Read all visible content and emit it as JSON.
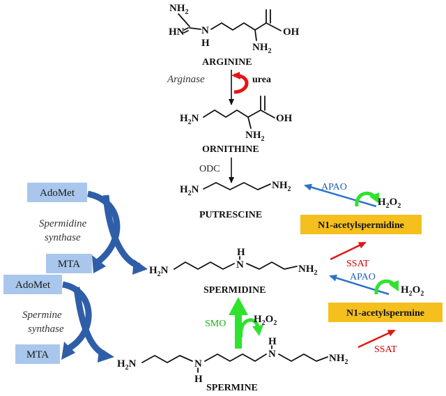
{
  "molecules": {
    "arginine": {
      "name": "ARGININE",
      "amine_top": "NH",
      "amine_top_sub": "2",
      "imine": "HN",
      "nh_h": "H",
      "acid": "OH",
      "alpha_amine": "NH",
      "alpha_amine_sub": "2"
    },
    "ornithine": {
      "name": "ORNITHINE",
      "amine_left": "H",
      "amine_left_sub": "2",
      "amine_left_n": "N",
      "acid": "OH",
      "alpha_amine": "NH",
      "alpha_amine_sub": "2"
    },
    "putrescine": {
      "name": "PUTRESCINE",
      "amine_left": "H",
      "amine_left_sub": "2",
      "amine_left_n": "N",
      "amine_right": "NH",
      "amine_right_sub": "2"
    },
    "spermidine": {
      "name": "SPERMIDINE",
      "amine_left": "H",
      "amine_left_sub": "2",
      "amine_left_n": "N",
      "mid_n": "N",
      "mid_h": "H",
      "amine_right": "NH",
      "amine_right_sub": "2"
    },
    "spermine": {
      "name": "SPERMINE",
      "amine_left": "H",
      "amine_left_sub": "2",
      "amine_left_n": "N",
      "n1": "N",
      "n1_h": "H",
      "n2": "N",
      "n2_h": "H",
      "amine_right": "NH",
      "amine_right_sub": "2"
    }
  },
  "enzymes": {
    "arginase": "Arginase",
    "urea": "urea",
    "odc": "ODC",
    "spermidine_synthase_line1": "Spermidine",
    "spermidine_synthase_line2": "synthase",
    "spermine_synthase_line1": "Spermine",
    "spermine_synthase_line2": "synthase",
    "apao_top": "APAO",
    "apao_bottom": "APAO",
    "ssat_top": "SSAT",
    "ssat_bottom": "SSAT",
    "smo": "SMO",
    "h2o2_a": "H",
    "h2o2_a_sub1": "2",
    "h2o2_a_o": "O",
    "h2o2_a_sub2": "2",
    "h2o2_b": "H",
    "h2o2_b_sub1": "2",
    "h2o2_b_o": "O",
    "h2o2_b_sub2": "2",
    "h2o2_c": "H",
    "h2o2_c_sub1": "2",
    "h2o2_c_o": "O",
    "h2o2_c_sub2": "2"
  },
  "boxes": {
    "adomet_top": "AdoMet",
    "mta_top": "MTA",
    "adomet_bottom": "AdoMet",
    "mta_bottom": "MTA",
    "n1_acetylspermidine": "N1-acetylspermidine",
    "n1_acetylspermine": "N1-acetylspermine"
  },
  "colors": {
    "blue_box": "#a9c7ec",
    "yellow_box": "#f5c01e",
    "blue_arrow": "#2f5ea8",
    "apao_arrow": "#2c73c9",
    "ssat_arrow": "#e31515",
    "smo_arrow": "#2ee32e",
    "urea_arrow": "#e31515"
  }
}
